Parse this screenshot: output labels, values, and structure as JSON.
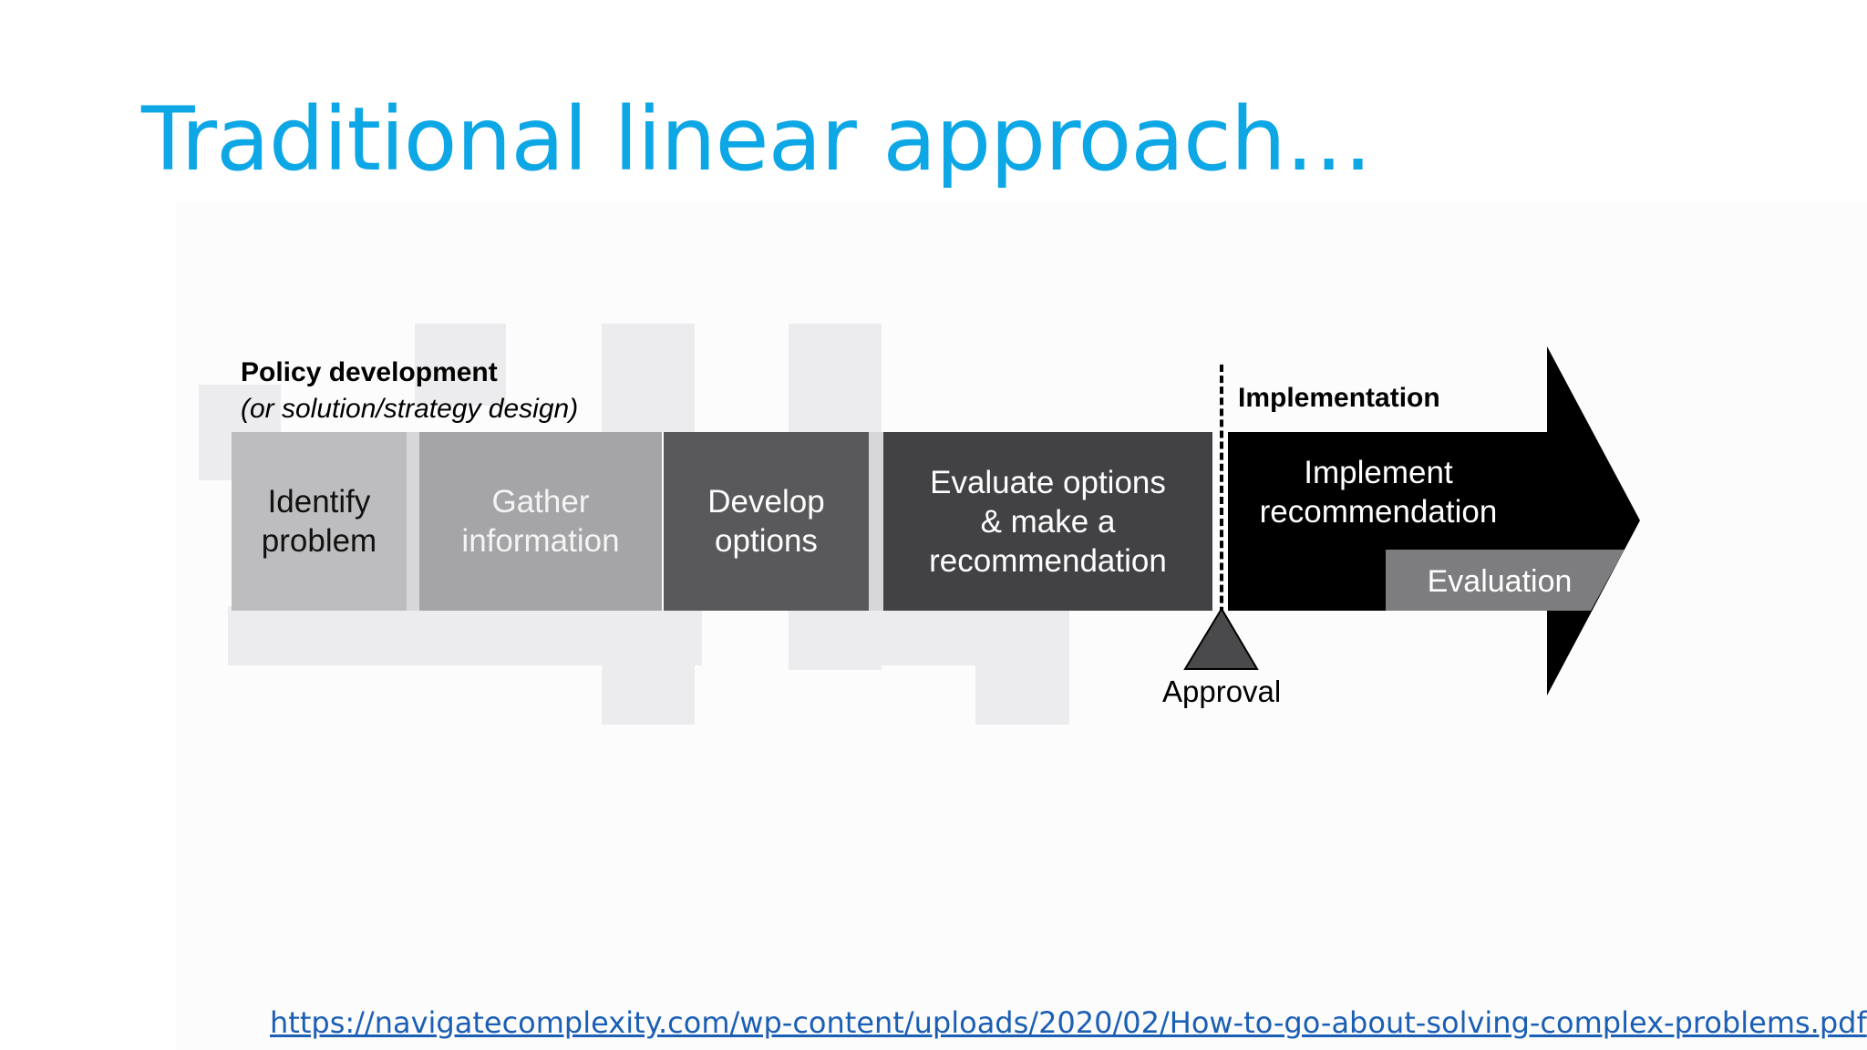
{
  "slide": {
    "title": "Traditional linear approach…",
    "source_link": "https://navigatecomplexity.com/wp-content/uploads/2020/02/How-to-go-about-solving-complex-problems.pdf"
  },
  "diagram": {
    "policy_heading": "Policy development",
    "policy_subheading": "(or solution/strategy design)",
    "implementation_heading": "Implementation",
    "steps": [
      {
        "label_lines": [
          "Identify",
          "problem"
        ],
        "fill": "#bdbdbf",
        "text_color": "#111111"
      },
      {
        "label_lines": [
          "Gather",
          "information"
        ],
        "fill": "#a5a4a7",
        "text_color": "#f4f4f4"
      },
      {
        "label_lines": [
          "Develop",
          "options"
        ],
        "fill": "#59585b",
        "text_color": "#ffffff"
      },
      {
        "label_lines": [
          "Evaluate options",
          "& make a",
          "recommendation"
        ],
        "fill": "#424144",
        "text_color": "#ffffff"
      }
    ],
    "implementation_arrow": {
      "label_lines": [
        "Implement",
        "recommendation"
      ],
      "fill": "#000000",
      "text_color": "#ffffff"
    },
    "evaluation_label": "Evaluation",
    "evaluation_fill": "#7d7c7f",
    "approval_label": "Approval"
  },
  "colors": {
    "title": "#0ea7e6",
    "link": "#1a5fb4"
  }
}
